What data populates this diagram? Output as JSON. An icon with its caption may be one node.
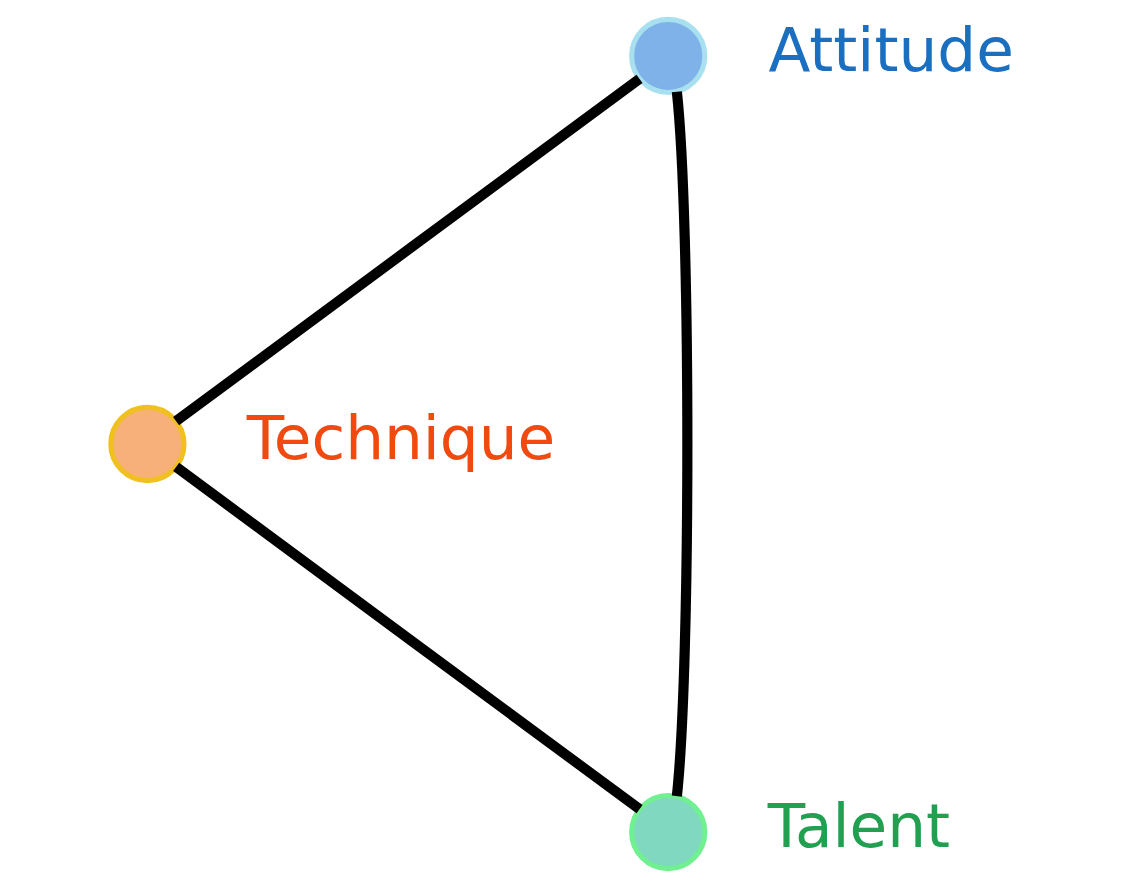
{
  "diagram": {
    "nodes": [
      {
        "text": [],
        "shape": "circle",
        "beside": [
          "Attitude"
        ]
      },
      {
        "text": [],
        "shape": "circle",
        "beside": [
          "Technique"
        ]
      },
      {
        "text": [],
        "shape": "circle",
        "beside": [
          "Talent"
        ]
      }
    ],
    "edges": [
      {
        "from": 0,
        "to": 1,
        "arrow": "none"
      },
      {
        "from": 1,
        "to": 2,
        "arrow": "none"
      },
      {
        "from": 2,
        "to": 0,
        "arrow": "none"
      }
    ]
  }
}
